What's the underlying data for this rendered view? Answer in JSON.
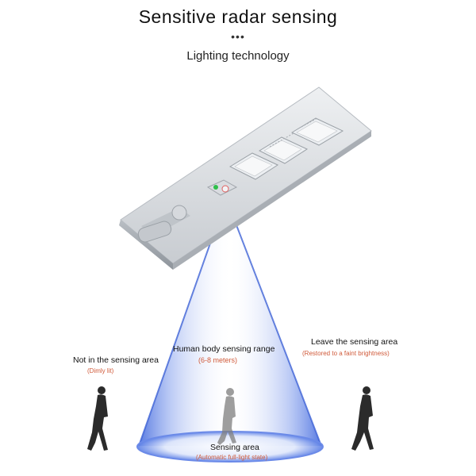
{
  "header": {
    "title": "Sensitive radar sensing",
    "dots": "•••",
    "subtitle": "Lighting technology"
  },
  "labels": {
    "left_title": "Not in the sensing area",
    "left_sub": "(Dimly lit)",
    "center_title": "Human body sensing range",
    "center_sub": "(6-8 meters)",
    "right_title": "Leave the sensing area",
    "right_sub": "(Restored to a faint brightness)",
    "bottom_title": "Sensing area",
    "bottom_sub": "(Automatic full-light state)"
  },
  "colors": {
    "cone": "#5b7fe6",
    "sub_text": "#d05a3a",
    "lamp_body": "#d7dade",
    "led_panel": "#e9ecef"
  },
  "icons": {
    "lamp": "solar-street-lamp-icon",
    "person_left": "walking-person-dark-icon",
    "person_center": "walking-person-faded-icon",
    "person_right": "walking-person-dark-icon"
  }
}
